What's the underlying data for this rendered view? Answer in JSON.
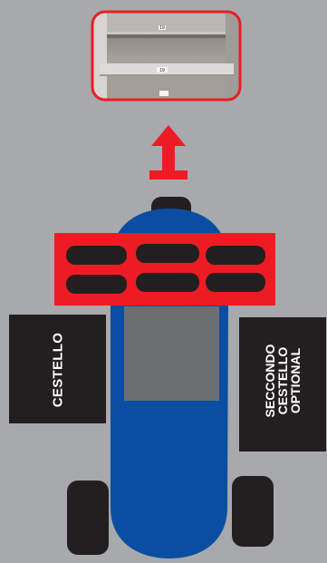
{
  "scene": {
    "background_color": "#a7a9ac",
    "vehicle_color": "#0a4ea3",
    "bar_color": "#ed1c24",
    "dark_color": "#231f20",
    "camera_view": {
      "frame_color": "#ed1c24",
      "marks": [
        "19",
        "19"
      ]
    },
    "arrow_icon": "arrow-up-icon",
    "left_box": {
      "label": "CESTELLO"
    },
    "right_box": {
      "lines": [
        "SECCONDO",
        "CESTELLO",
        "OPTIONAL"
      ]
    }
  }
}
